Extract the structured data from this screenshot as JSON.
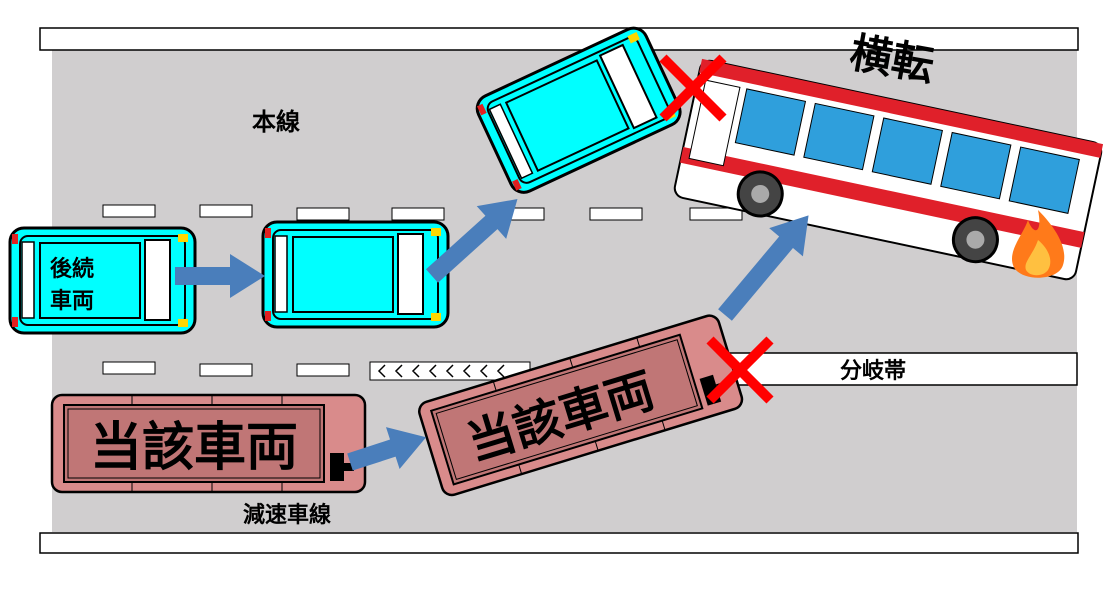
{
  "labels": {
    "main_line": "本線",
    "rollover": "横転",
    "following_vehicle_line1": "後続",
    "following_vehicle_line2": "車両",
    "subject_vehicle": "当該車両",
    "subject_vehicle_moving": "当該車両",
    "deceleration_lane": "減速車線",
    "gore_area": "分岐帯"
  },
  "colors": {
    "road": "#d0cecf",
    "car": "#00ffff",
    "truck": "#d98b8b",
    "truck_panel": "#c07676",
    "arrow": "#4a7ebb",
    "x_mark": "#ff0000",
    "bus_red": "#e0202a",
    "bus_window": "#2f9fdc"
  }
}
